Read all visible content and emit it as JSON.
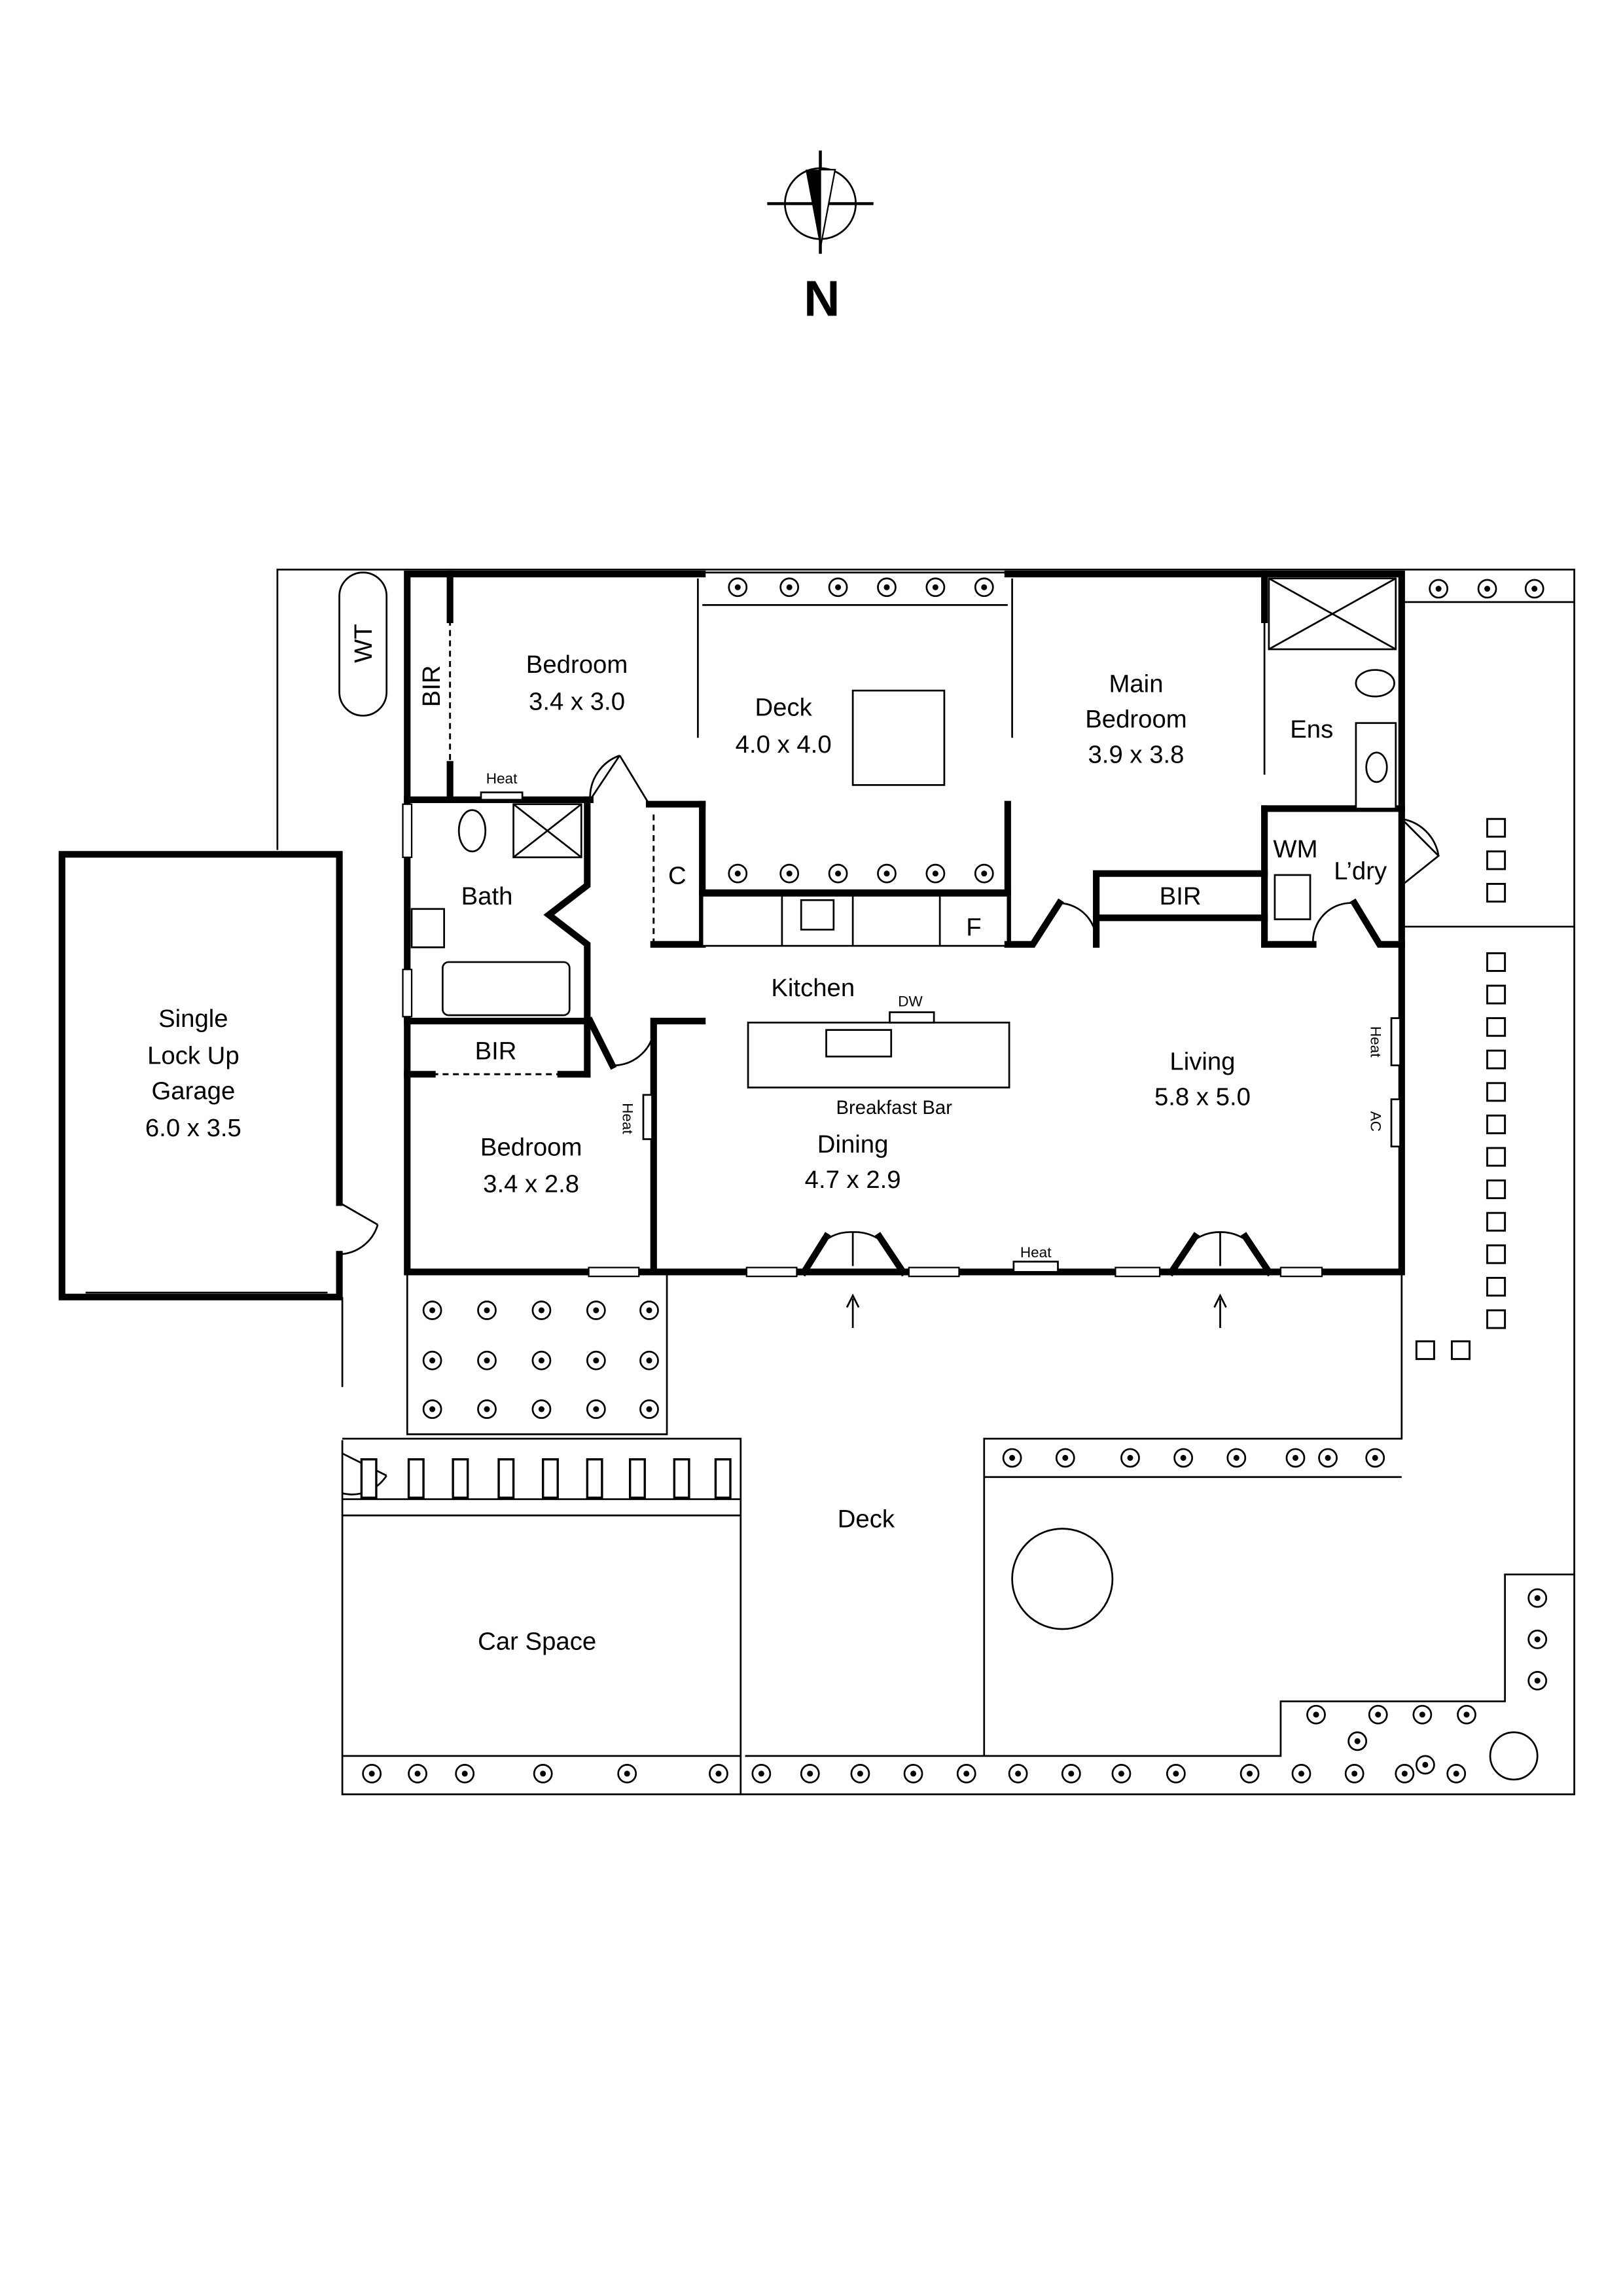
{
  "compass": {
    "label": "N"
  },
  "rooms": {
    "bedroom1": {
      "name": "Bedroom",
      "size": "3.4 x 3.0"
    },
    "deck_inner": {
      "name": "Deck",
      "size": "4.0 x 4.0"
    },
    "main_bedroom": {
      "name_line1": "Main",
      "name_line2": "Bedroom",
      "size": "3.9 x 3.8"
    },
    "ens": {
      "name": "Ens"
    },
    "wm": {
      "name": "WM"
    },
    "laundry": {
      "name": "L’dry"
    },
    "bir_main": {
      "name": "BIR"
    },
    "bir_bed1": {
      "name": "BIR"
    },
    "bir_bed2": {
      "name": "BIR"
    },
    "bath": {
      "name": "Bath"
    },
    "closet": {
      "name": "C"
    },
    "fridge": {
      "name": "F"
    },
    "kitchen": {
      "name": "Kitchen"
    },
    "dw": {
      "name": "DW"
    },
    "breakfast_bar": {
      "name": "Breakfast Bar"
    },
    "living": {
      "name": "Living",
      "size": "5.8 x 5.0"
    },
    "dining": {
      "name": "Dining",
      "size": "4.7 x 2.9"
    },
    "bedroom2": {
      "name": "Bedroom",
      "size": "3.4 x 2.8"
    },
    "garage": {
      "line1": "Single",
      "line2": "Lock Up",
      "line3": "Garage",
      "size": "6.0 x 3.5"
    },
    "deck_outer": {
      "name": "Deck"
    },
    "car_space": {
      "name": "Car Space"
    },
    "water_tank": {
      "name": "WT"
    }
  },
  "fixtures": {
    "heat_bath": "Heat",
    "heat_bed2": "Heat",
    "heat_living": "Heat",
    "ac_living": "AC",
    "heat_south": "Heat"
  }
}
